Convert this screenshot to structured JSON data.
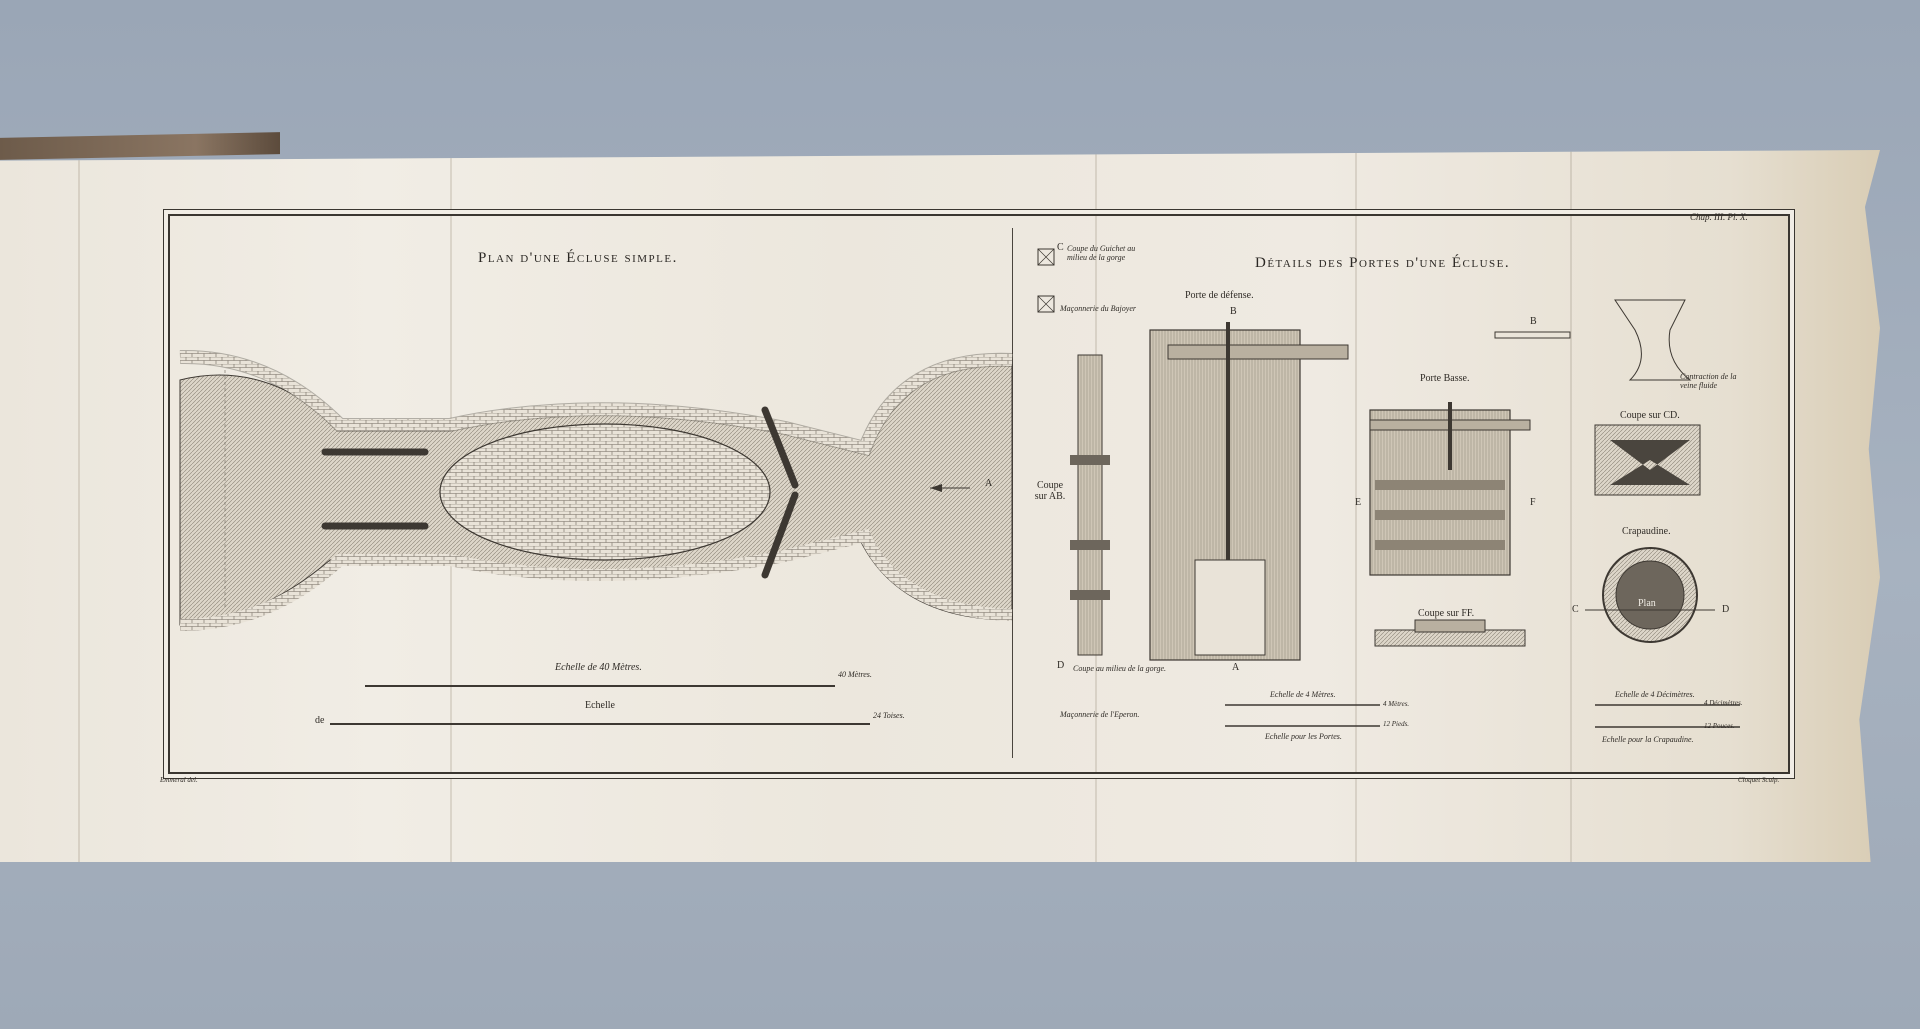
{
  "plate": {
    "corner_ref": "Chap. III. Pl. X.",
    "title_left": "Plan d'une Écluse simple.",
    "title_right": "Détails des Portes d'une Écluse.",
    "draughtsman": "Emmeral del.",
    "engraver": "Cloquet Sculp."
  },
  "lock_plan": {
    "marker_a": "A",
    "scale_metres_title": "Echelle de 40 Mètres.",
    "scale_metres_unit": "40 Mètres.",
    "scale_toises_title": "Echelle",
    "scale_toises_prefix": "de",
    "scale_toises_unit": "24 Toises."
  },
  "details": {
    "cut_c_caption": "Coupe du Guichet au milieu de la gorge",
    "legend_masonry_bajoyer": "Maçonnerie du Bajoyer",
    "cut_d_caption": "Coupe au milieu de la gorge.",
    "legend_masonry_eperon": "Maçonnerie de l'Eperon.",
    "marker_c": "C",
    "marker_d": "D",
    "coupe_ab": "Coupe sur AB.",
    "porte_defense": "Porte de défense.",
    "marker_b": "B",
    "marker_a2": "A",
    "porte_basse": "Porte Basse.",
    "marker_e": "E",
    "marker_f": "F",
    "marker_b_right": "B",
    "coupe_ff": "Coupe sur FF.",
    "scale_4m_title": "Echelle de 4 Mètres.",
    "scale_4m_unit": "4 Mètres.",
    "scale_portes": "Echelle pour les Portes.",
    "scale_pieds_unit": "12 Pieds.",
    "contraction": "Contraction de la veine fluide",
    "coupe_cd": "Coupe sur CD.",
    "crapaudine": "Crapaudine.",
    "plan": "Plan",
    "marker_c2": "C",
    "marker_d2": "D",
    "scale_4dm_title": "Echelle de 4 Décimètres.",
    "scale_4dm_unit": "4 Décimètres.",
    "scale_crapaudine": "Echelle pour la Crapaudine.",
    "scale_pouces_unit": "12 Pouces."
  },
  "colors": {
    "ink": "#2f2b26",
    "paper": "#efeae2",
    "background": "#a3aebc"
  }
}
